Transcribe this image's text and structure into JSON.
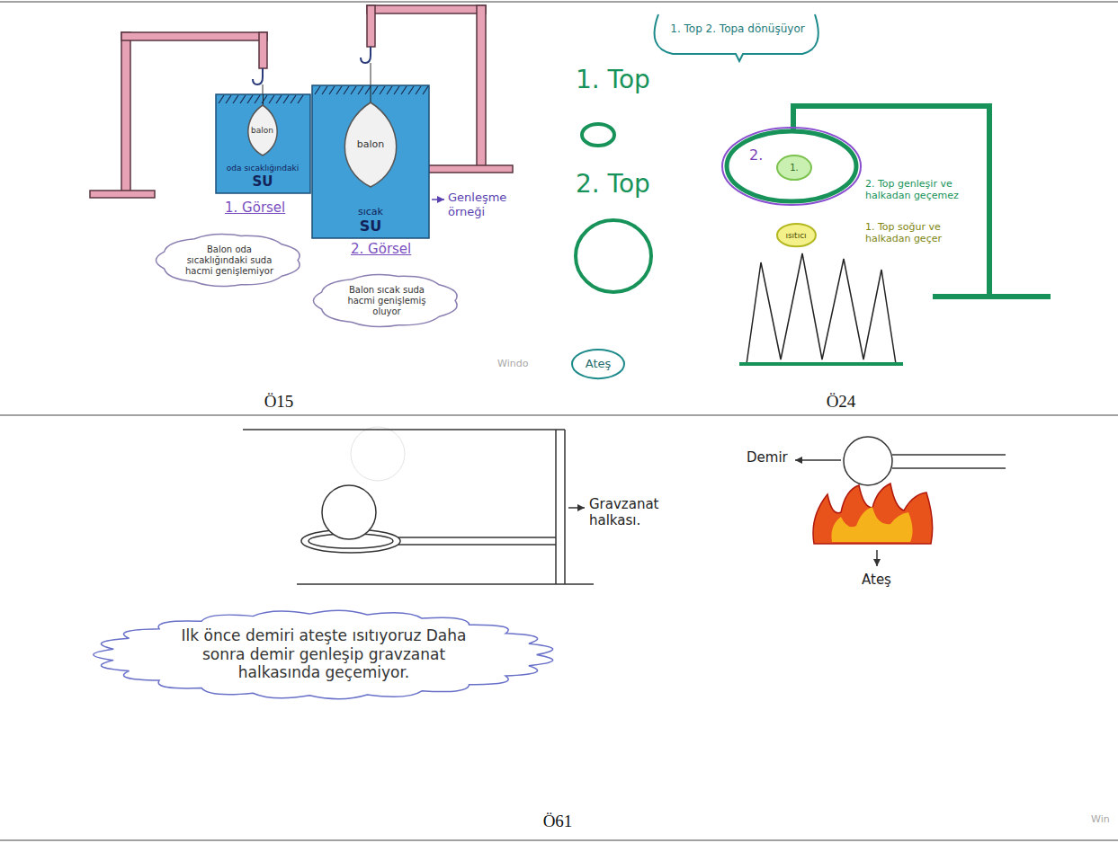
{
  "diagram": {
    "nodes": [
      {
        "text": [
          "oda sıcaklığındaki",
          "SU"
        ]
      },
      {
        "text": [
          "balon"
        ],
        "in": 0
      },
      {
        "text": [
          "Balon oda sıcaklığındaki suda hacmi genişlemiyor"
        ]
      },
      {
        "text": [
          "sıcak",
          "SU"
        ]
      },
      {
        "text": [
          "balon"
        ],
        "in": 3
      },
      {
        "text": [
          "Balon sıcak suda hacmi genişlemiş oluyor"
        ]
      },
      {
        "text": [
          "2."
        ]
      },
      {
        "text": [
          "1."
        ],
        "in": 6
      },
      {
        "text": [
          "ısıtıcı"
        ]
      },
      {
        "text": [
          "Ateş"
        ]
      },
      {
        "text": [
          "Ilk önce demiri ateşte ısıtıyoruz Daha sonra demir genleşip gravzanat halkasında geçemiyor."
        ]
      }
    ],
    "labels": [
      "1. Görsel",
      "2. Görsel",
      "Genleşme örneği",
      "Windo",
      "Ö15",
      "1. Top 2. Topa dönüşüyor",
      "1. Top",
      "2. Top",
      "2. Top genleşir ve halkadan geçemez",
      "1. Top soğur ve halkadan geçer",
      "Ö24",
      "Gravzanat halkası.",
      "Demir",
      "Ateş",
      "Win",
      "Ö61"
    ]
  }
}
